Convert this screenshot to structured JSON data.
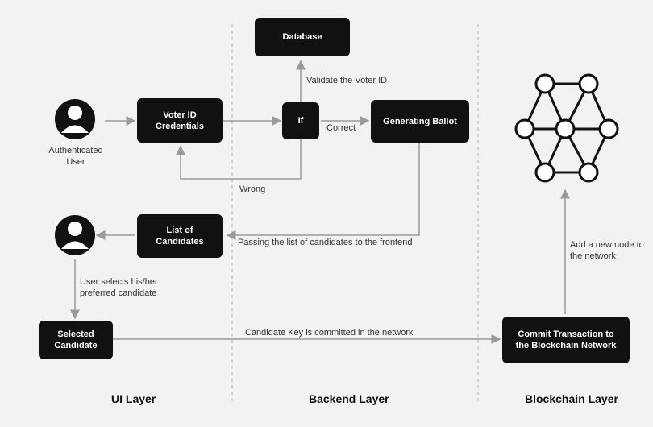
{
  "nodes": {
    "database": "Database",
    "voter_id": "Voter ID\nCredentials",
    "if": "If",
    "ballot": "Generating Ballot",
    "candidates": "List of\nCandidates",
    "selected": "Selected\nCandidate",
    "commit": "Commit Transaction to\nthe Blockchain Network"
  },
  "labels": {
    "auth_user": "Authenticated\nUser",
    "validate": "Validate the Voter ID",
    "correct": "Correct",
    "wrong": "Wrong",
    "passing": "Passing the list of candidates to the frontend",
    "user_selects": "User selects his/her\npreferred candidate",
    "committed": "Candidate Key is committed in the network",
    "add_node": "Add a new node to\nthe network"
  },
  "layers": {
    "ui": "UI Layer",
    "backend": "Backend Layer",
    "blockchain": "Blockchain Layer"
  },
  "colors": {
    "node_fill": "#111111",
    "line": "#999999",
    "background": "#f2f2f2"
  },
  "icons": [
    "user-icon",
    "user-icon",
    "blockchain-network-icon"
  ]
}
